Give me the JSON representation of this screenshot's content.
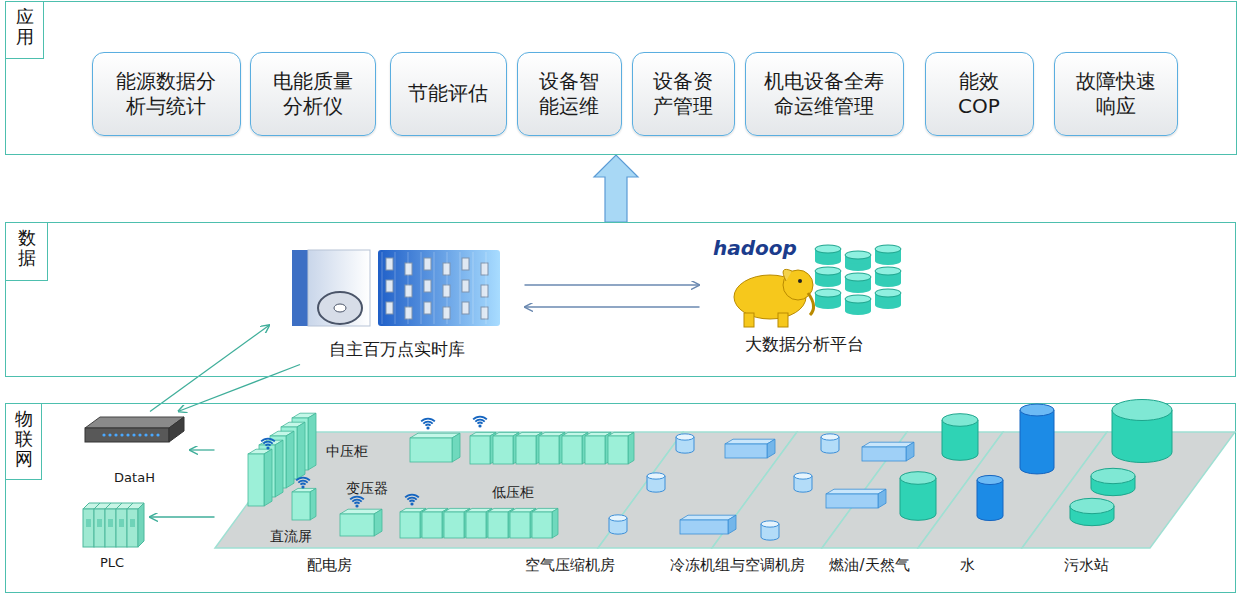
{
  "diagram": {
    "nodes": [
      {
        "text": [
          "应用"
        ]
      },
      {
        "text": [
          "能源数据分析与统计"
        ],
        "in": 0
      },
      {
        "text": [
          "电能质量分析仪"
        ],
        "in": 0
      },
      {
        "text": [
          "节能评估"
        ],
        "in": 0
      },
      {
        "text": [
          "设备智能运维"
        ],
        "in": 0
      },
      {
        "text": [
          "设备资产管理"
        ],
        "in": 0
      },
      {
        "text": [
          "机电设备全寿命运维管理"
        ],
        "in": 0
      },
      {
        "text": [
          "能效 COP"
        ],
        "in": 0
      },
      {
        "text": [
          "故障快速响应"
        ],
        "in": 0
      },
      {
        "text": [
          "数据"
        ]
      },
      {
        "text": [
          "自主百万点实时库"
        ],
        "in": 9
      },
      {
        "text": [
          "大数据分析平台"
        ],
        "in": 9
      },
      {
        "text": [
          "物联网"
        ]
      },
      {
        "text": [
          "DataH"
        ],
        "in": 12
      },
      {
        "text": [
          "PLC"
        ],
        "in": 12
      },
      {
        "text": [
          "配电房"
        ],
        "in": 12
      },
      {
        "text": [
          "空气压缩机房"
        ],
        "in": 12
      },
      {
        "text": [
          "冷冻机组与空调机房"
        ],
        "in": 12
      },
      {
        "text": [
          "燃油/天然气"
        ],
        "in": 12
      },
      {
        "text": [
          "水"
        ],
        "in": 12
      },
      {
        "text": [
          "污水站"
        ],
        "in": 12
      }
    ],
    "edges": [
      {
        "from": 9,
        "to": 0,
        "arrow": "to"
      },
      {
        "from": 10,
        "to": 11,
        "arrow": "to"
      },
      {
        "from": 11,
        "to": 10,
        "arrow": "to"
      },
      {
        "from": 13,
        "to": 10,
        "arrow": "to"
      },
      {
        "from": 10,
        "to": 13,
        "arrow": "to"
      },
      {
        "from": 15,
        "to": 13,
        "arrow": "to"
      },
      {
        "from": 15,
        "to": 14,
        "arrow": "to"
      }
    ],
    "labels": [
      "中压柜",
      "变压器",
      "低压柜",
      "直流屏",
      "hadoop"
    ]
  }
}
